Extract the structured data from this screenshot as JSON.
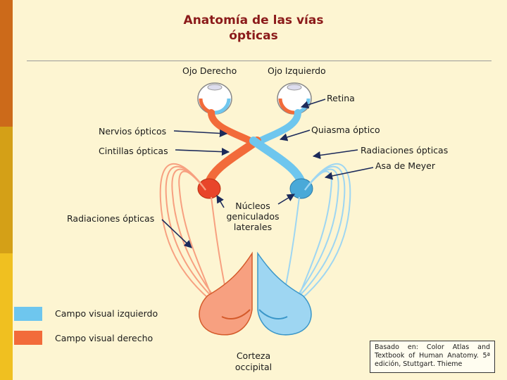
{
  "title_line1": "Anatomía de las vías",
  "title_line2": "ópticas",
  "labels": {
    "ojo_derecho": "Ojo Derecho",
    "ojo_izquierdo": "Ojo Izquierdo",
    "retina": "Retina",
    "quiasma": "Quiasma óptico",
    "nervios": "Nervios ópticos",
    "cintillas": "Cintillas ópticas",
    "radiaciones_right": "Radiaciones ópticas",
    "asa": "Asa de Meyer",
    "radiaciones_left": "Radiaciones ópticas",
    "nucleos_1": "Núcleos",
    "nucleos_2": "geniculados",
    "nucleos_3": "laterales",
    "corteza_1": "Corteza",
    "corteza_2": "occipital"
  },
  "legend": {
    "izquierdo": "Campo visual izquierdo",
    "derecho": "Campo visual derecho"
  },
  "credit": "Basado en: Color Atlas and Textbook of Human Anatomy. 5ª edición, Stuttgart. Thieme",
  "colors": {
    "left_field": "#6ec6ee",
    "right_field": "#f26b3a",
    "title": "#8b1a1a"
  }
}
